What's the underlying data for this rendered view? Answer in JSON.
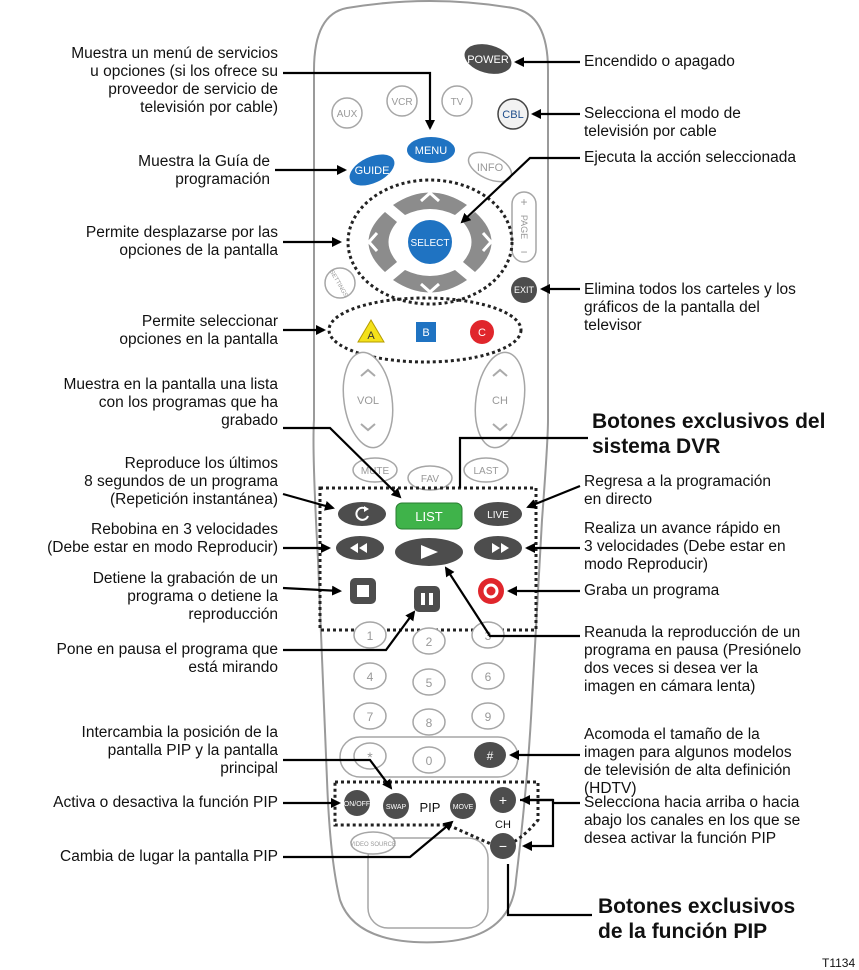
{
  "buttons": {
    "power": "POWER",
    "aux": "AUX",
    "vcr": "VCR",
    "tv": "TV",
    "cbl": "CBL",
    "menu": "MENU",
    "guide": "GUIDE",
    "info": "INFO",
    "page": "PAGE",
    "select": "SELECT",
    "settings": "SETTINGS",
    "exit": "EXIT",
    "a": "A",
    "b": "B",
    "c": "C",
    "vol": "VOL",
    "ch": "CH",
    "mute": "MUTE",
    "fav": "FAV",
    "last": "LAST",
    "list": "LIST",
    "live": "LIVE",
    "digits": [
      "1",
      "2",
      "3",
      "4",
      "5",
      "6",
      "7",
      "8",
      "9"
    ],
    "star": "*",
    "zero": "0",
    "hash": "#",
    "onoff": "ON/OFF",
    "swap": "SWAP",
    "pip": "PIP",
    "move": "MOVE",
    "pip_ch": "CH",
    "plus": "+",
    "minus": "−",
    "video_source": "VIDEO SOURCE"
  },
  "labels": {
    "menu_desc": "Muestra un menú de servicios\nu opciones (si los ofrece su\nproveedor de servicio de\ntelevisión por cable)",
    "guide_desc": "Muestra la Guía de\nprogramación",
    "arrows_desc": "Permite desplazarse por las\nopciones de la pantalla",
    "abc_desc": "Permite seleccionar\nopciones en la pantalla",
    "list_desc": "Muestra en la pantalla una lista\ncon los programas que ha\ngrabado",
    "replay_desc": "Reproduce los últimos\n8 segundos de un programa\n(Repetición instantánea)",
    "rewind_desc": "Rebobina en 3 velocidades\n(Debe estar en modo Reproducir)",
    "stop_desc": "Detiene la grabación de un\nprograma o detiene la\nreproducción",
    "pause_desc": "Pone en pausa el programa que\nestá mirando",
    "swap_desc": "Intercambia la posición de la\npantalla PIP y la pantalla\nprincipal",
    "onoff_desc": "Activa o desactiva la función PIP",
    "move_desc": "Cambia de lugar la pantalla PIP",
    "power_desc": "Encendido o apagado",
    "cbl_desc": "Selecciona el modo de\ntelevisión por cable",
    "select_desc": "Ejecuta la acción seleccionada",
    "exit_desc": "Elimina todos los carteles y los\ngráficos de la pantalla del\ntelevisor",
    "dvr_title": "Botones exclusivos del\nsistema DVR",
    "live_desc": "Regresa a la programación\nen directo",
    "ff_desc": "Realiza un avance rápido en\n3 velocidades (Debe estar en\nmodo Reproducir)",
    "record_desc": "Graba un programa",
    "play_desc": "Reanuda la reproducción de un\nprograma en pausa (Presiónelo\ndos veces si desea ver la\nimagen en cámara lenta)",
    "hash_desc": "Acomoda el tamaño de la\nimagen para algunos modelos\nde televisión de alta definición\n(HDTV)",
    "pipch_desc": "Selecciona hacia arriba o hacia\nabajo los canales en los que se\ndesea activar la función PIP",
    "pip_title": "Botones exclusivos\nde la función PIP",
    "figure_id": "T1134"
  },
  "colors": {
    "blue": "#1f73c2",
    "green": "#3fb34a",
    "yellow": "#f4e11a",
    "red": "#e0262c",
    "dark": "#4d4d4d",
    "grey_arrow": "#8c8c8c",
    "outline": "#a6a6a6"
  }
}
